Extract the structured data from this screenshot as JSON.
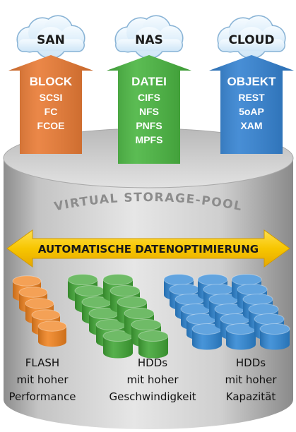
{
  "clouds": [
    {
      "label": "SAN"
    },
    {
      "label": "NAS"
    },
    {
      "label": "CLOUD"
    }
  ],
  "arrows": [
    {
      "title": "BLOCK",
      "items": [
        "SCSI",
        "FC",
        "FCOE"
      ],
      "color": "#e8772f"
    },
    {
      "title": "DATEI",
      "items": [
        "CIFS",
        "NFS",
        "PNFS",
        "MPFS"
      ],
      "color": "#45b33c"
    },
    {
      "title": "OBJEKT",
      "items": [
        "REST",
        "5oAP",
        "XAM"
      ],
      "color": "#2f7fd0"
    }
  ],
  "pool": {
    "label": "VIRTUAL STORAGE-POOL"
  },
  "optimization": {
    "label": "AUTOMATISCHE DATENOPTIMIERUNG",
    "color": "#f5c200"
  },
  "tiers": [
    {
      "lines": [
        "FLASH",
        "mit hoher",
        "Performance"
      ],
      "color": "#f0821e"
    },
    {
      "lines": [
        "HDDs",
        "mit hoher",
        "Geschwindigkeit"
      ],
      "color": "#3fa534"
    },
    {
      "lines": [
        "HDDs",
        "mit hoher",
        "Kapazität"
      ],
      "color": "#2e86d4"
    }
  ]
}
